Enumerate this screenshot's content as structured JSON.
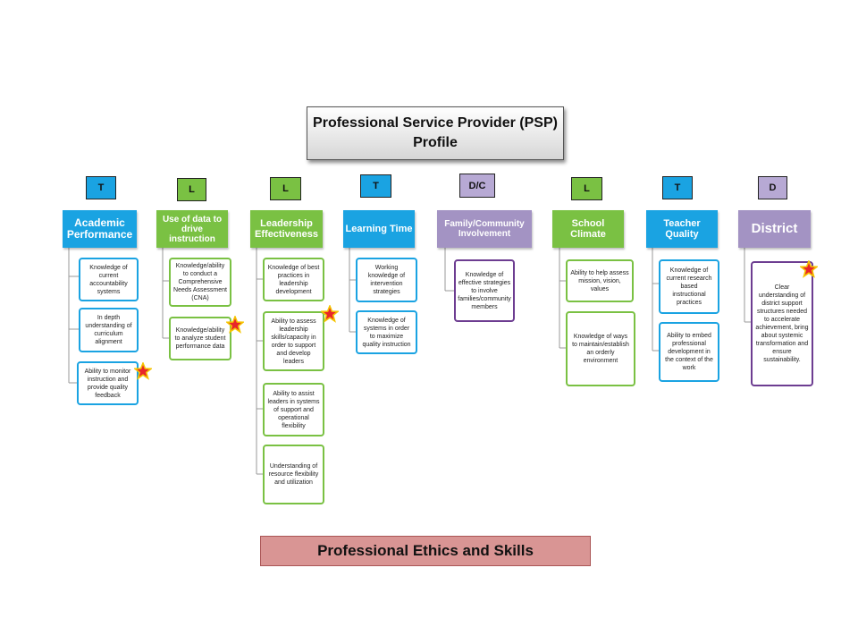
{
  "title": {
    "line1": "Professional Service Provider (PSP)",
    "line2": "Profile"
  },
  "columns": [
    {
      "tag": "T",
      "heading": "Academic Performance",
      "items": [
        "Knowledge of current accountability systems",
        "In depth understanding of curriculum alignment",
        "Ability to monitor instruction and provide quality feedback"
      ]
    },
    {
      "tag": "L",
      "heading": "Use of data to drive instruction",
      "items": [
        "Knowledge/ability to conduct a Comprehensive Needs Assessment (CNA)",
        "Knowledge/ability to analyze student performance data"
      ]
    },
    {
      "tag": "L",
      "heading": "Leadership Effectiveness",
      "items": [
        "Knowledge of best practices in leadership development",
        "Ability to assess leadership skills/capacity in order to support and develop leaders",
        "Ability to assist leaders in systems of support and operational flexibility",
        "Understanding of resource flexibility and utilization"
      ]
    },
    {
      "tag": "T",
      "heading": "Learning Time",
      "items": [
        "Working knowledge of intervention strategies",
        "Knowledge of systems in order to maximize quality instruction"
      ]
    },
    {
      "tag": "D/C",
      "heading": "Family/Community Involvement",
      "items": [
        "Knowledge of effective strategies to involve families/community members"
      ]
    },
    {
      "tag": "L",
      "heading": "School Climate",
      "items": [
        "Ability to help assess mission, vision, values",
        "Knowledge of ways to maintain/establish an orderly environment"
      ]
    },
    {
      "tag": "T",
      "heading": "Teacher Quality",
      "items": [
        "Knowledge of current research based instructional practices",
        "Ability to embed professional development in the context of the work"
      ]
    },
    {
      "tag": "D",
      "heading": "District",
      "items": [
        "Clear understanding of district support structures needed to accelerate achievement, bring about systemic transformation and ensure sustainability."
      ]
    }
  ],
  "bottom": "Professional Ethics and Skills",
  "colors": {
    "blue": "#1aa3e2",
    "green": "#7ac143",
    "purple": "#a393c3",
    "purple_border": "#6d3d91",
    "tag_blue": "#1aa3e2",
    "tag_green": "#7ac143",
    "tag_purple": "#b7a9d4",
    "star": "#e8262a"
  },
  "icons": [
    "star-icon"
  ]
}
